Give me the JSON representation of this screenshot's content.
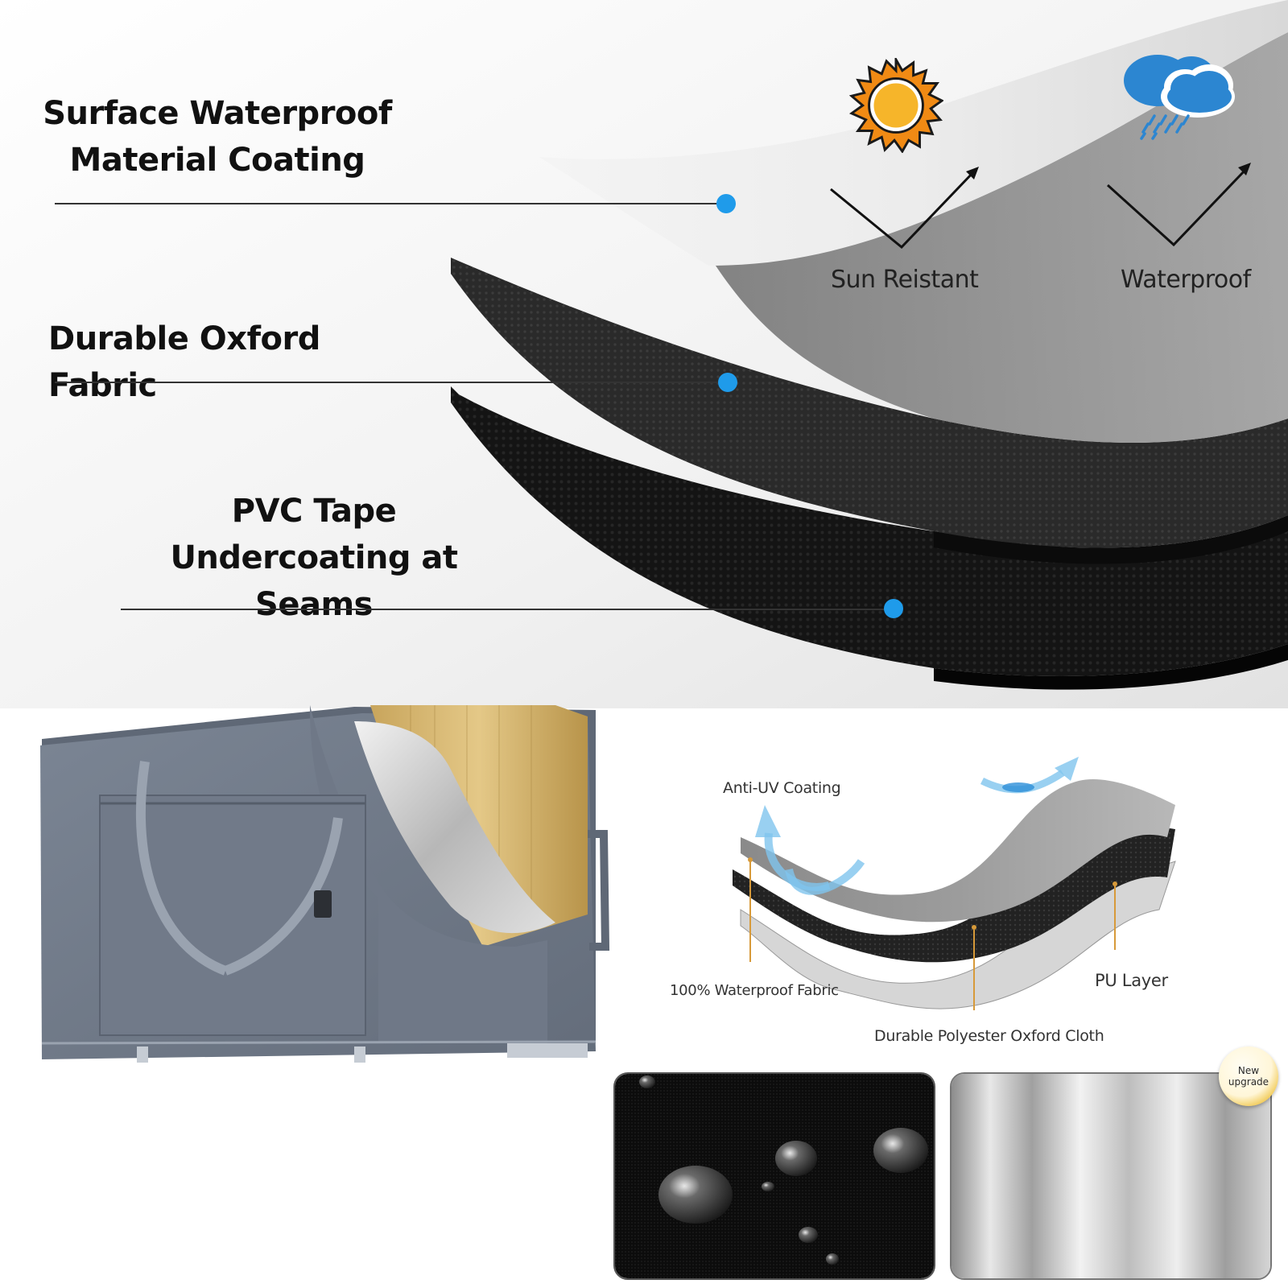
{
  "layer_labels": {
    "surface": [
      "Surface Waterproof",
      "Material Coating"
    ],
    "oxford": [
      "Durable Oxford Fabric"
    ],
    "pvc": [
      "PVC Tape",
      "Undercoating at Seams"
    ]
  },
  "features": {
    "sun": "Sun Reistant",
    "water": "Waterproof"
  },
  "diagram": {
    "anti_uv": "Anti-UV Coating",
    "waterproof_fabric": "100% Waterproof Fabric",
    "pu_layer": "PU Layer",
    "oxford_cloth": "Durable Polyester Oxford Cloth"
  },
  "badge": {
    "line1": "New",
    "line2": "upgrade"
  },
  "colors": {
    "accent_dot": "#1f9bea",
    "bag": "#6d7684",
    "badge_gold": "#f0c64a"
  }
}
